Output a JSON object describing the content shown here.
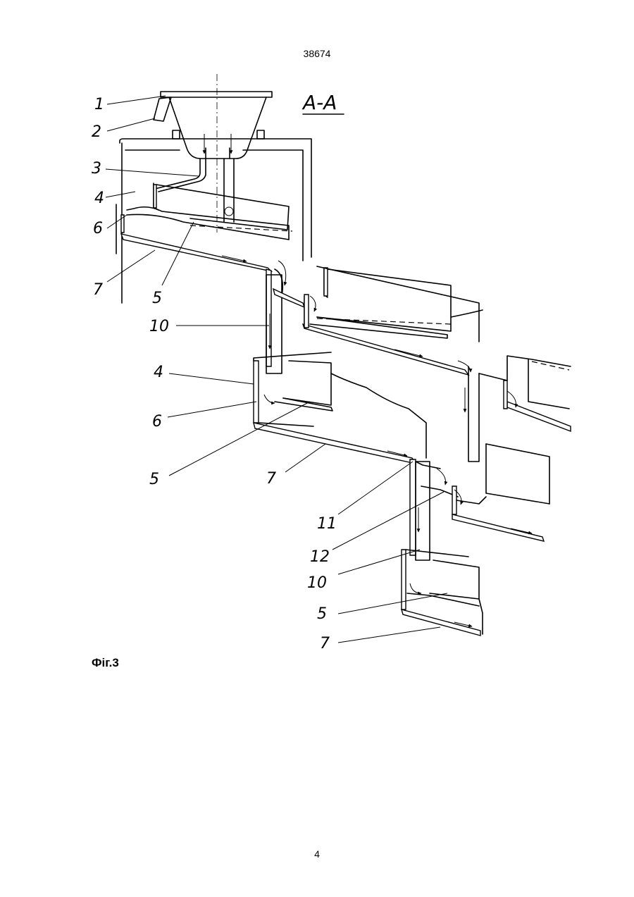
{
  "header": {
    "page_code": "38674"
  },
  "figure": {
    "section_label": "A-A",
    "labels": {
      "l1": "1",
      "l2": "2",
      "l3": "3",
      "l4a": "4",
      "l6a": "6",
      "l7a": "7",
      "l5a": "5",
      "l10a": "10",
      "l4b": "4",
      "l6b": "6",
      "l5b": "5",
      "l7b": "7",
      "l11": "11",
      "l12": "12",
      "l10b": "10",
      "l5c": "5",
      "l7c": "7"
    }
  },
  "caption": "Фіг.3",
  "footer": {
    "page_number": "4"
  }
}
